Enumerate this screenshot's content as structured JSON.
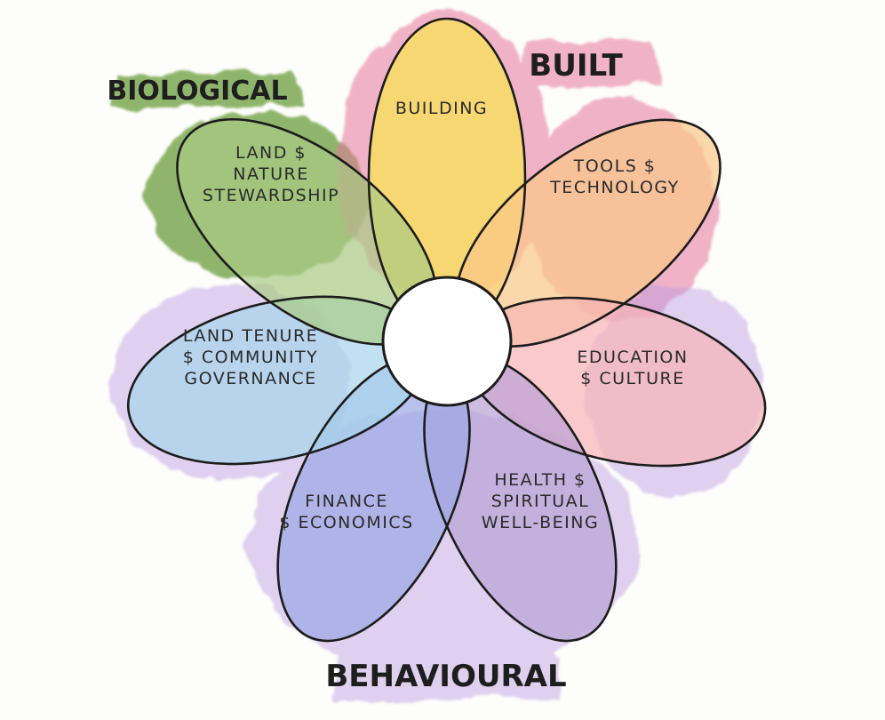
{
  "groups": {
    "biological": {
      "label": "BIOLOGICAL",
      "color": "#6a9e3a"
    },
    "built": {
      "label": "BUILT",
      "color": "#e6769c"
    },
    "behavioural": {
      "label": "BEHAVIOURAL",
      "color": "#b99ae0"
    }
  },
  "petals": [
    {
      "lines": [
        "BUILDING"
      ],
      "color": "#fbe74e"
    },
    {
      "lines": [
        "TOOLS $",
        "TECHNOLOGY"
      ],
      "color": "#f9c887"
    },
    {
      "lines": [
        "EDUCATION",
        "$ CULTURE"
      ],
      "color": "#f6b3b7"
    },
    {
      "lines": [
        "HEALTH $",
        "SPIRITUAL",
        "WELL-BEING"
      ],
      "color": "#b9a3d6"
    },
    {
      "lines": [
        "FINANCE",
        "$ ECONOMICS"
      ],
      "color": "#9ba8e6"
    },
    {
      "lines": [
        "LAND TENURE",
        "$ COMMUNITY",
        "GOVERNANCE"
      ],
      "color": "#a8d5ec"
    },
    {
      "lines": [
        "LAND $",
        "NATURE",
        "STEWARDSHIP"
      ],
      "color": "#a9cb84"
    }
  ]
}
